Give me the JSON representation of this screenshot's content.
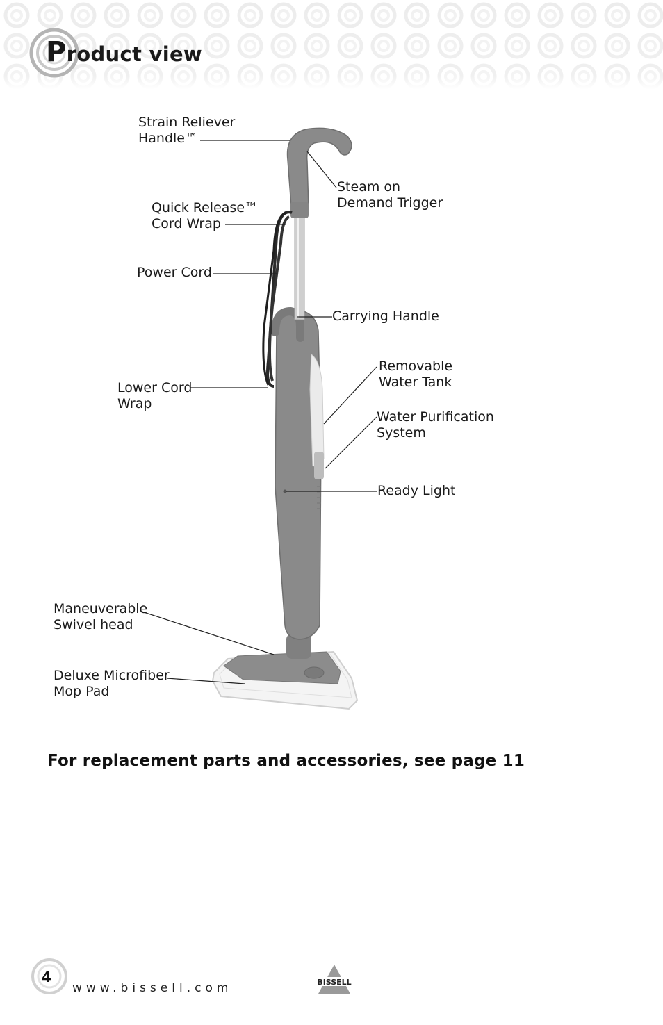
{
  "header": {
    "title_first_letter": "P",
    "title_rest": "roduct view"
  },
  "labels": {
    "strain_reliever": [
      "Strain Reliever",
      "Handle™"
    ],
    "quick_release": [
      "Quick Release™",
      "Cord Wrap"
    ],
    "power_cord": [
      "Power Cord"
    ],
    "lower_cord_wrap": [
      "Lower Cord",
      "Wrap"
    ],
    "maneuverable": [
      "Maneuverable",
      "Swivel head"
    ],
    "mop_pad": [
      "Deluxe Microfiber",
      "Mop Pad"
    ],
    "steam_trigger": [
      "Steam on",
      "Demand Trigger"
    ],
    "carrying_handle": [
      "Carrying Handle"
    ],
    "water_tank": [
      "Removable",
      "Water Tank"
    ],
    "purification": [
      "Water Purification",
      "System"
    ],
    "ready_light": [
      "Ready Light"
    ]
  },
  "note": "For replacement parts and accessories, see page 11",
  "footer": {
    "page_number": "4",
    "url": "www.bissell.com",
    "logo_text": "BISSELL"
  }
}
